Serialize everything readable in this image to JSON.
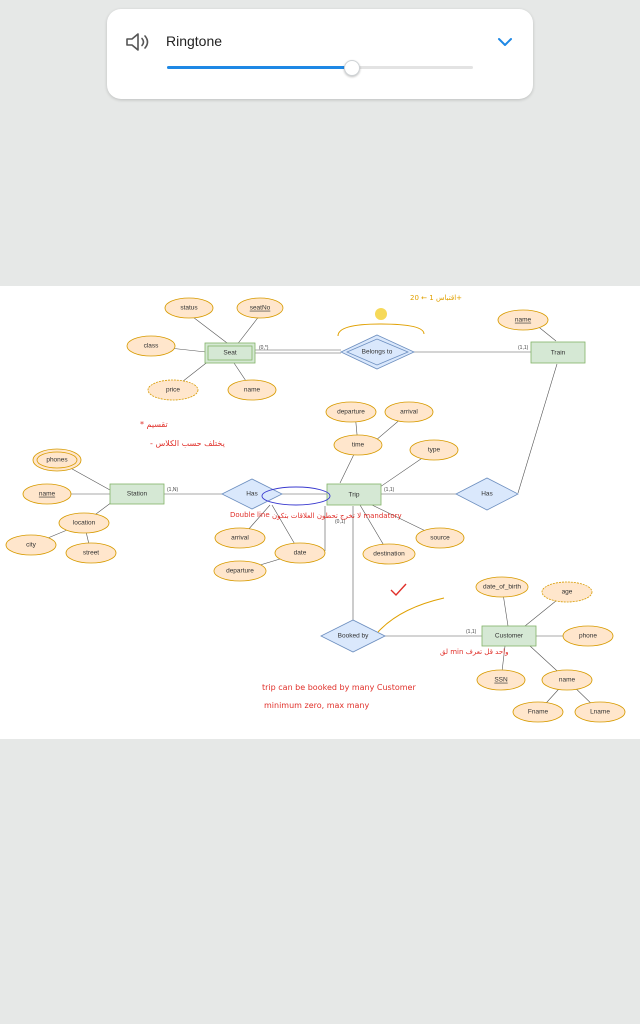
{
  "volume_panel": {
    "title": "Ringtone",
    "level": 0.6
  },
  "diagram": {
    "entities": [
      "Seat",
      "Train",
      "Station",
      "Trip",
      "Customer"
    ],
    "relationships": [
      "Belongs to",
      "Has",
      "Has",
      "Booked by"
    ],
    "attributes": [
      "status",
      "seatNo",
      "class",
      "price",
      "name",
      "name",
      "departure",
      "arrival",
      "time",
      "type",
      "phones",
      "name",
      "location",
      "city",
      "street",
      "arrival",
      "date",
      "departure",
      "source",
      "destination",
      "date_of_birth",
      "age",
      "phone",
      "SSN",
      "name",
      "Fname",
      "Lname"
    ],
    "cardinalities": [
      "(0,*)",
      "(1,1)",
      "(1,N)",
      "(1,1)",
      "(0,1)",
      "(1,1)"
    ],
    "annotations": {
      "belongs_note": "اقتباس 1 ← 20+",
      "price_note": "* تقسيم",
      "price_note2": "- يختلف حسب الكلاس",
      "double_line": "Double line",
      "has_note": "لا تخرج تحطون العلاقات بتكون mandatory",
      "customer_note": "لق min واحد قل تعرف",
      "trip_note_line1": "trip can be booked by many Customer",
      "trip_note_line2": "minimum zero, max many"
    }
  },
  "colors": {
    "accent": "#1e88e5",
    "entity_fill": "#d5e8d4",
    "attribute_fill": "#ffe6cc",
    "relationship_fill": "#dae8fc",
    "ink_red": "#e0302a"
  },
  "icons": {
    "volume": "speaker-icon",
    "expand": "chevron-down-icon"
  }
}
